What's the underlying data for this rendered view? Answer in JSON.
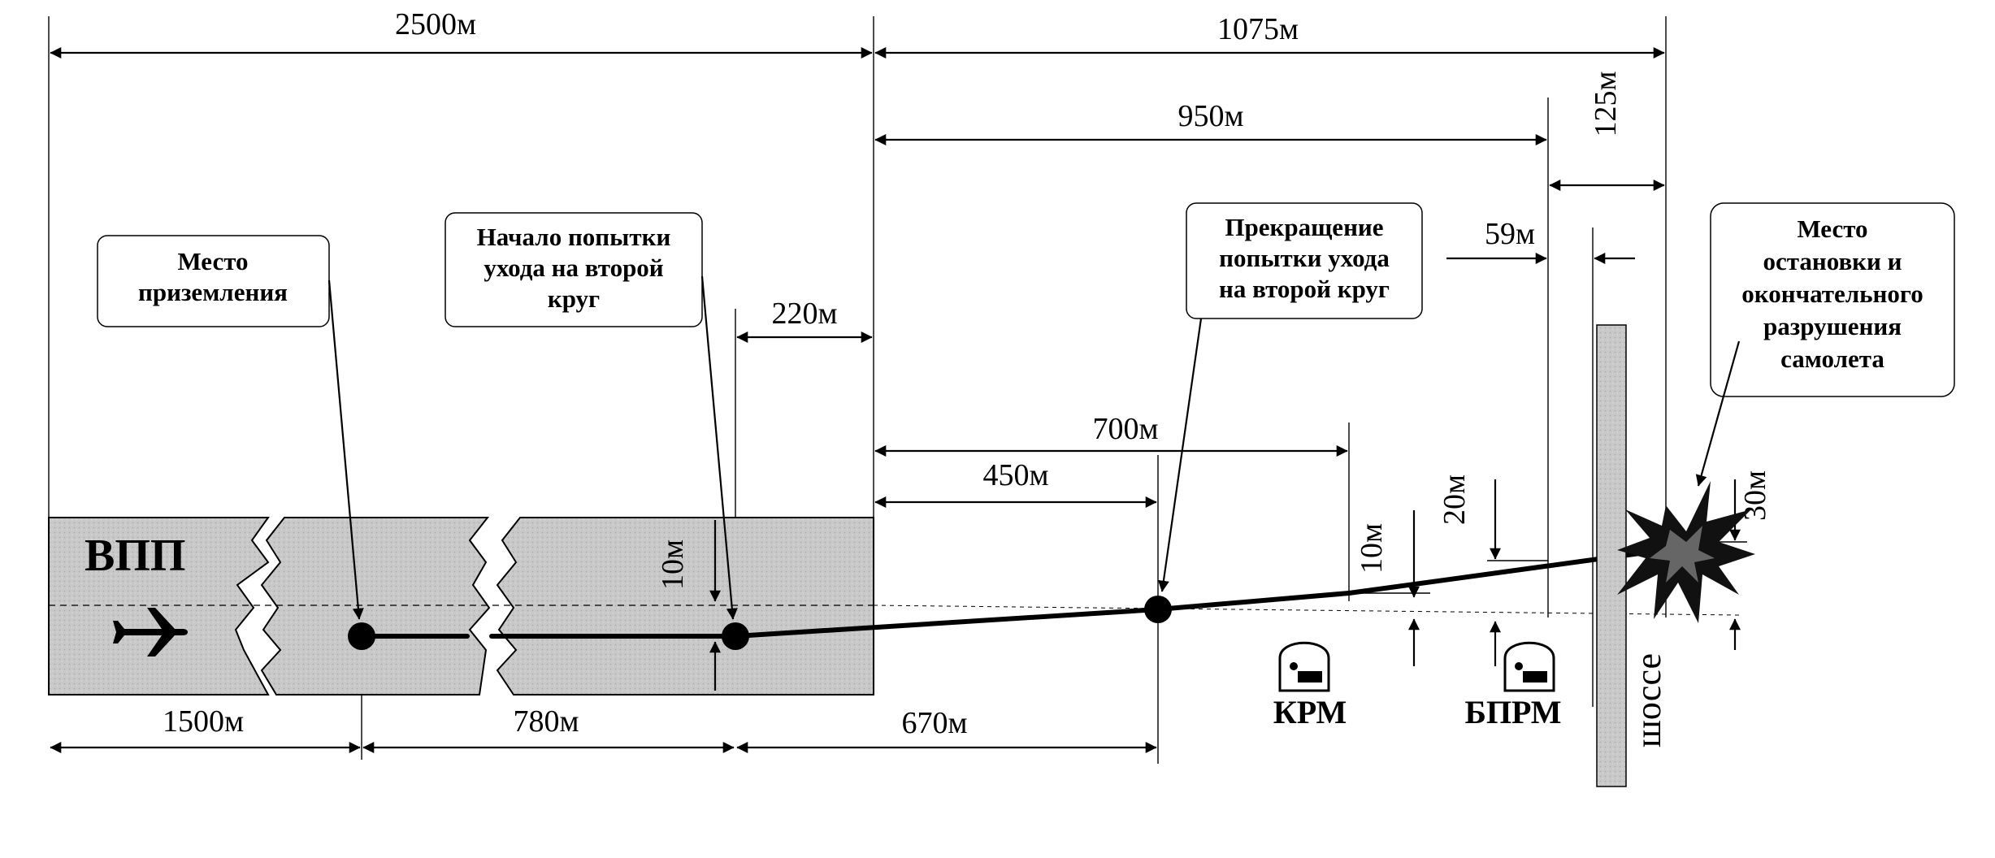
{
  "dimensions": {
    "d2500": "2500м",
    "d1075": "1075м",
    "d950": "950м",
    "d125": "125м",
    "d59": "59м",
    "d220": "220м",
    "d700": "700м",
    "d450": "450м",
    "d10a": "10м",
    "d10b": "10м",
    "d20": "20м",
    "d30": "30м",
    "d1500": "1500м",
    "d780": "780м",
    "d670": "670м"
  },
  "callouts": {
    "touchdown": [
      "Место",
      "приземления"
    ],
    "goaround_start": [
      "Начало попытки",
      "ухода на второй",
      "круг"
    ],
    "goaround_end": [
      "Прекращение",
      "попытки ухода",
      "на второй круг"
    ],
    "crash": [
      "Место",
      "остановки и",
      "окончательного",
      "разрушения",
      "самолета"
    ]
  },
  "labels": {
    "runway": "ВПП",
    "krm": "КРМ",
    "bprm": "БПРМ",
    "highway": "шоссе"
  },
  "colors": {
    "runway_fill": "#c8c8c8",
    "road_fill": "#c4c4c4",
    "ink": "#000000"
  },
  "icons": [
    "airplane-icon",
    "krm-antenna-icon",
    "bprm-antenna-icon",
    "explosion-icon"
  ]
}
